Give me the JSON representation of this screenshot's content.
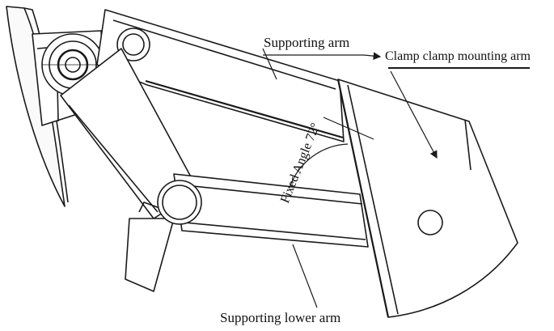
{
  "labels": {
    "supporting_arm": "Supporting arm",
    "clamp_mounting_arm": "Clamp clamp mounting arm",
    "supporting_lower_arm": "Supporting lower arm",
    "fixed_angle": "Fixed Angle 72°"
  },
  "colors": {
    "line": "#1a1a1a",
    "background": "#ffffff"
  }
}
